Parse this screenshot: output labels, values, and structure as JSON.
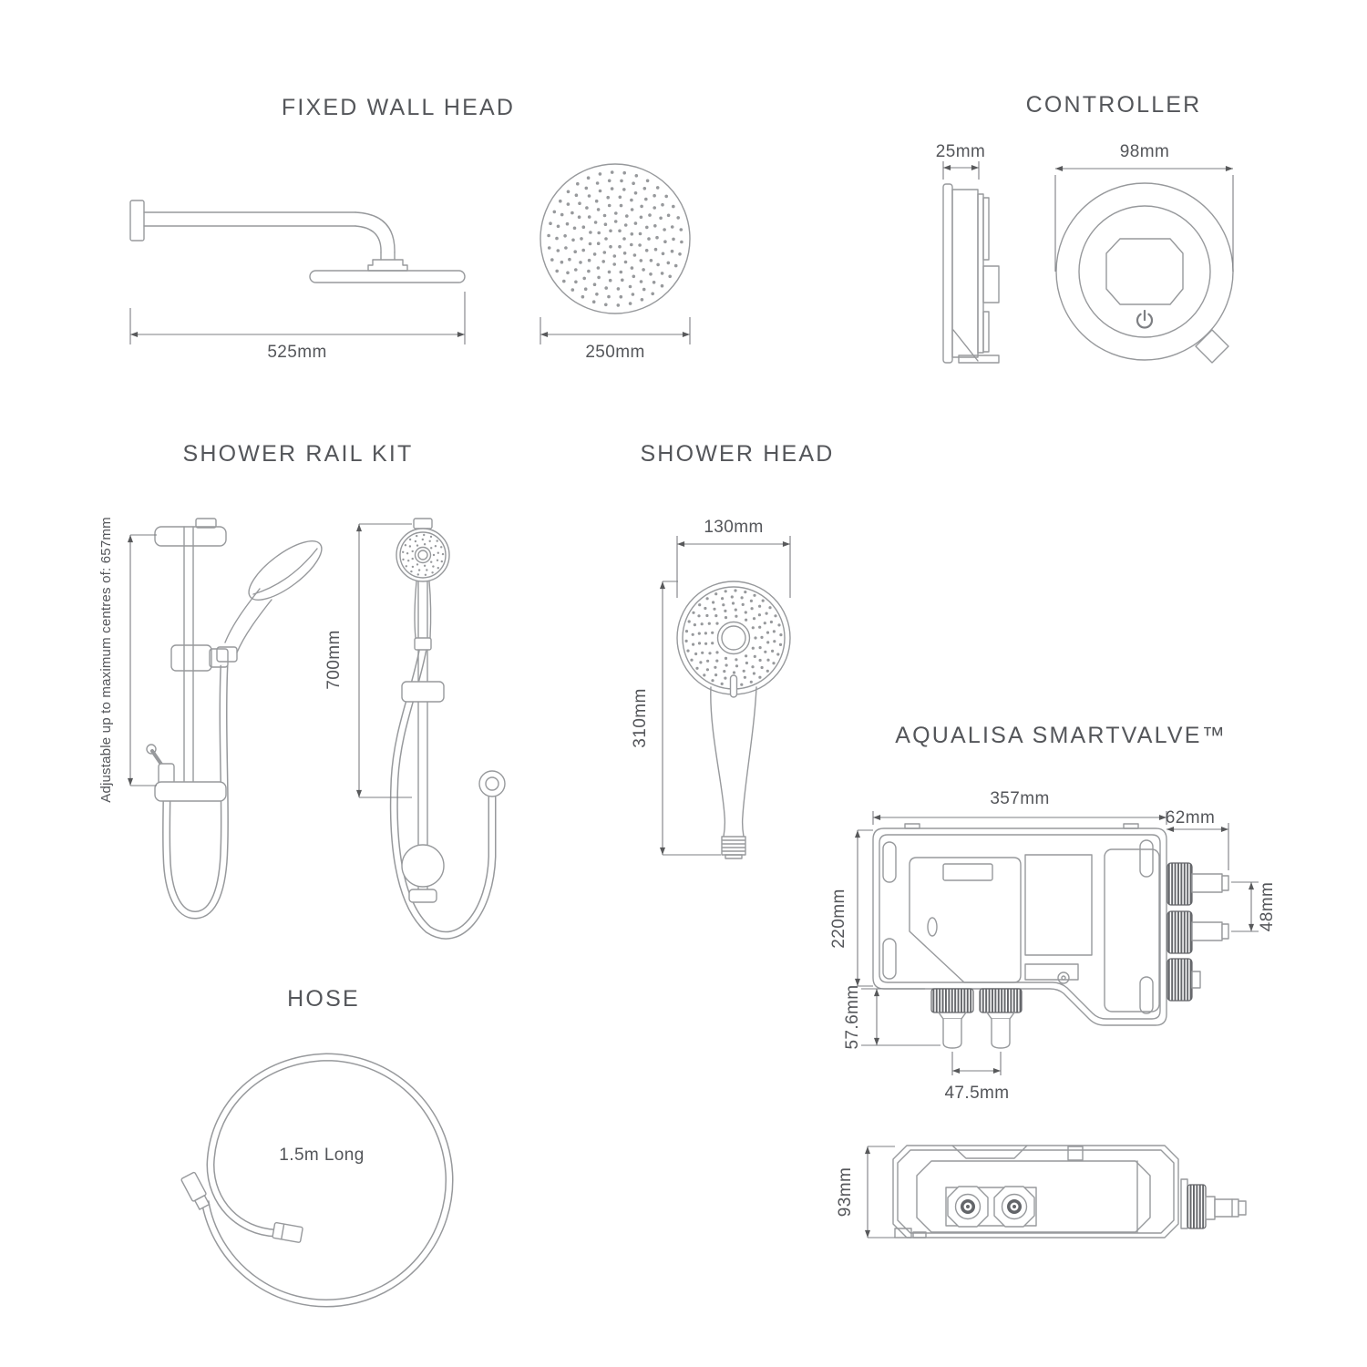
{
  "palette": {
    "background": "#ffffff",
    "line_color": "#97999c",
    "dimension_color": "#7d7f83",
    "text_color": "#54565a",
    "dark_detail_color": "#636569"
  },
  "sections": {
    "fixed_wall_head": {
      "title": "FIXED WALL HEAD",
      "arm_length": "525mm",
      "head_diameter": "250mm"
    },
    "controller": {
      "title": "CONTROLLER",
      "depth": "25mm",
      "diameter": "98mm"
    },
    "shower_rail_kit": {
      "title": "SHOWER RAIL KIT",
      "adjustable_note": "Adjustable up to maximum centres of: 657mm",
      "rail_height": "700mm"
    },
    "shower_head": {
      "title": "SHOWER HEAD",
      "head_width": "130mm",
      "overall_height": "310mm"
    },
    "smartvalve": {
      "title": "AQUALISA SMARTVALVE™",
      "width": "357mm",
      "outlet_section_width": "62mm",
      "height": "220mm",
      "outlet_spacing": "48mm",
      "inlet_drop": "57.6mm",
      "inlet_spacing": "47.5mm",
      "depth": "93mm"
    },
    "hose": {
      "title": "HOSE",
      "length_label": "1.5m Long"
    }
  }
}
